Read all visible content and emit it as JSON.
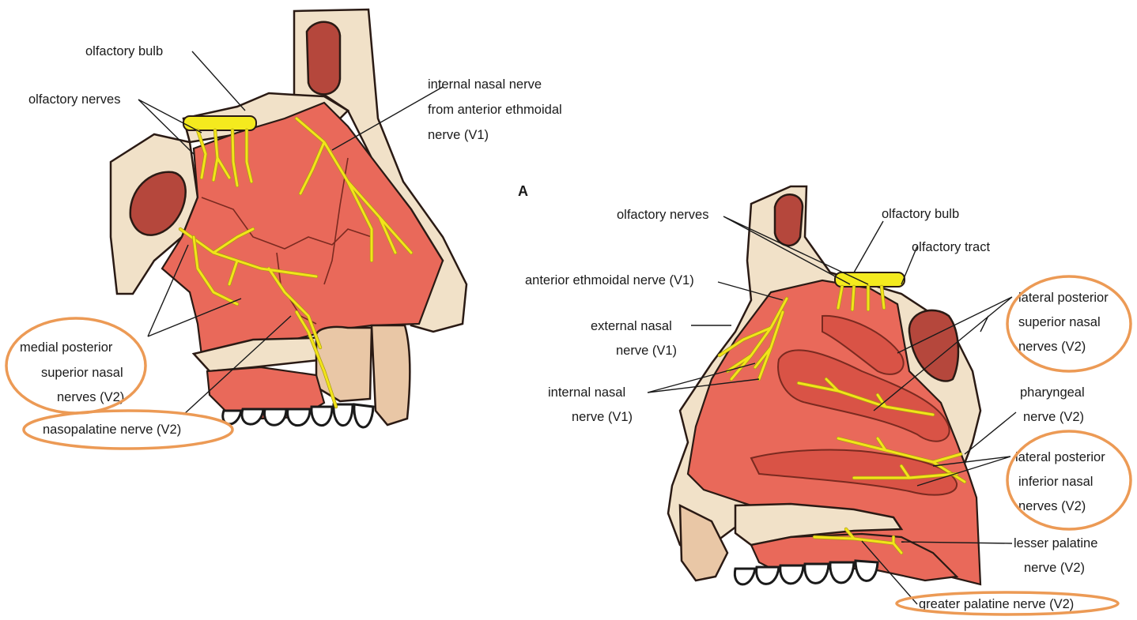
{
  "figure": {
    "panel_letter": "A",
    "left_labels": {
      "olfactory_bulb": "olfactory bulb",
      "olfactory_nerves": "olfactory nerves",
      "internal_nasal_l1": "internal nasal nerve",
      "internal_nasal_l2": "from anterior ethmoidal",
      "internal_nasal_l3": "nerve (V1)",
      "medial_posterior_l1": "medial posterior",
      "medial_posterior_l2": "superior nasal",
      "medial_posterior_l3": "nerves (V2)",
      "nasopalatine": "nasopalatine nerve (V2)"
    },
    "right_labels": {
      "olfactory_nerves": "olfactory nerves",
      "olfactory_bulb": "olfactory bulb",
      "olfactory_tract": "olfactory tract",
      "anterior_ethmoidal": "anterior ethmoidal nerve (V1)",
      "external_nasal_l1": "external nasal",
      "external_nasal_l2": "nerve (V1)",
      "internal_nasal_l1": "internal nasal",
      "internal_nasal_l2": "nerve (V1)",
      "lat_post_sup_l1": "lateral posterior",
      "lat_post_sup_l2": "superior nasal",
      "lat_post_sup_l3": "nerves (V2)",
      "pharyngeal_l1": "pharyngeal",
      "pharyngeal_l2": "nerve (V2)",
      "lat_post_inf_l1": "lateral posterior",
      "lat_post_inf_l2": "inferior nasal",
      "lat_post_inf_l3": "nerves (V2)",
      "lesser_palatine_l1": "lesser palatine",
      "lesser_palatine_l2": "nerve (V2)",
      "greater_palatine": "greater palatine nerve (V2)"
    },
    "colors": {
      "mucosa": "#e9695a",
      "bone": "#f1e1c8",
      "sinus": "#b5473c",
      "nerve": "#f2e41a",
      "highlight_outline": "#ec9a55"
    }
  }
}
